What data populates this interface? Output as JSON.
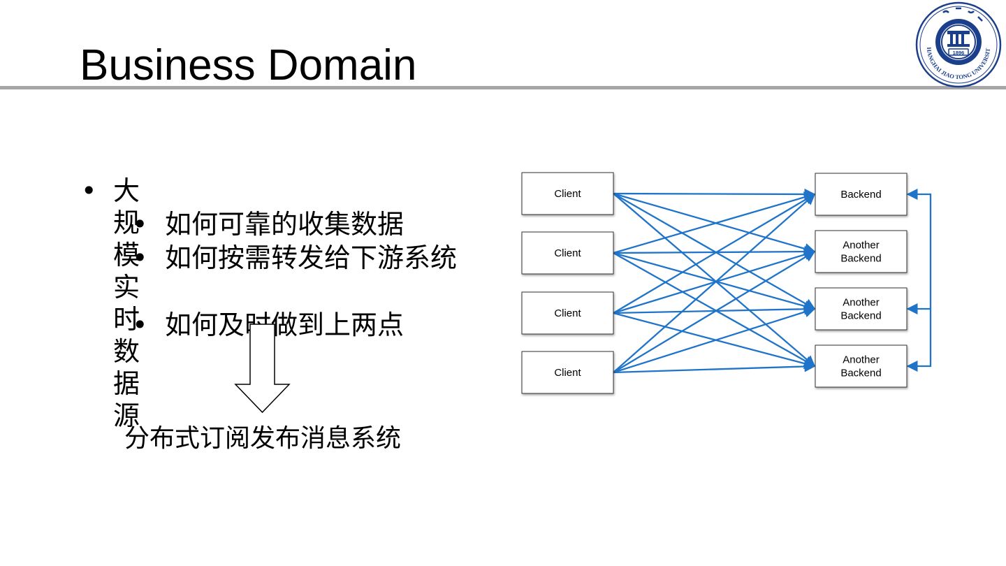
{
  "slide": {
    "title": "Business Domain",
    "bullets": [
      {
        "text": "大规模实时数据源",
        "level": 1
      },
      {
        "text": "如何可靠的收集数据",
        "level": 2
      },
      {
        "text": "如何按需转发给下游系统",
        "level": 2
      },
      {
        "text": "如何及时做到上两点",
        "level": 2
      }
    ],
    "caption": "分布式订阅发布消息系统",
    "logo": {
      "name": "Shanghai Jiao Tong University emblem",
      "text": "SHANGHAI JIAO TONG UNIVERSITY",
      "year": "1896",
      "color": "#1b3f8b"
    }
  },
  "diagram": {
    "clients": [
      "Client",
      "Client",
      "Client",
      "Client"
    ],
    "backends": [
      [
        "Backend"
      ],
      [
        "Another",
        "Backend"
      ],
      [
        "Another",
        "Backend"
      ],
      [
        "Another",
        "Backend"
      ]
    ],
    "line_color": "#1f74c9"
  }
}
